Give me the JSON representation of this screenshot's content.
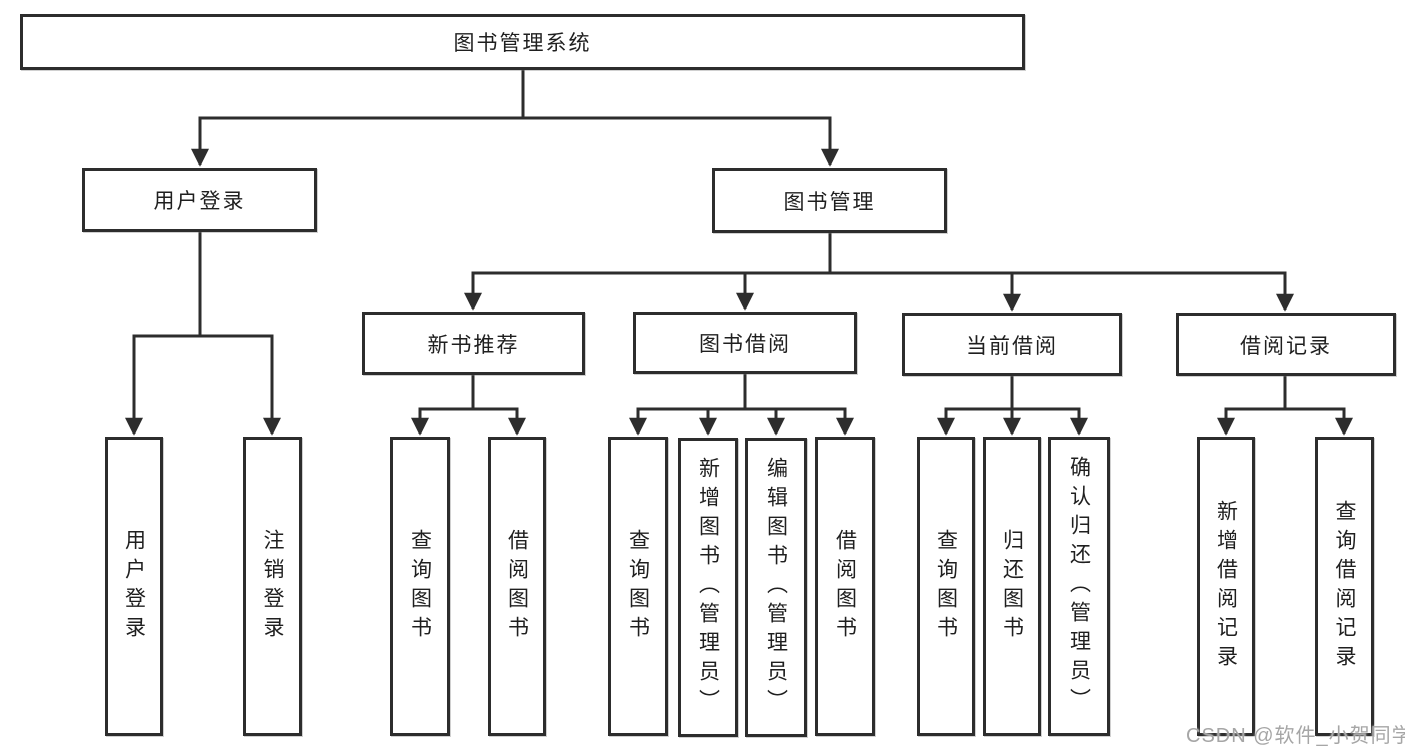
{
  "nodes": {
    "root": "图书管理系统",
    "l2_user_login": "用户登录",
    "l2_book_mgmt": "图书管理",
    "l3_new_book": "新书推荐",
    "l3_borrow": "图书借阅",
    "l3_current": "当前借阅",
    "l3_records": "借阅记录",
    "leaf_user_login": "用户登录",
    "leaf_logout": "注销登录",
    "leaf_newbook_query": "查询图书",
    "leaf_newbook_borrow": "借阅图书",
    "leaf_borrow_query": "查询图书",
    "leaf_borrow_add": "新增图书（管理员）",
    "leaf_borrow_edit": "编辑图书（管理员）",
    "leaf_borrow_borrow": "借阅图书",
    "leaf_current_query": "查询图书",
    "leaf_current_return": "归还图书",
    "leaf_current_confirm": "确认归还（管理员）",
    "leaf_records_add": "新增借阅记录",
    "leaf_records_query": "查询借阅记录"
  },
  "watermark": "CSDN @软件_小贺同学",
  "colors": {
    "line": "#2d2d2d",
    "border": "#2d2d2d",
    "text": "#1f1f1f",
    "watermark": "#a6a6a6",
    "background": "#ffffff"
  }
}
